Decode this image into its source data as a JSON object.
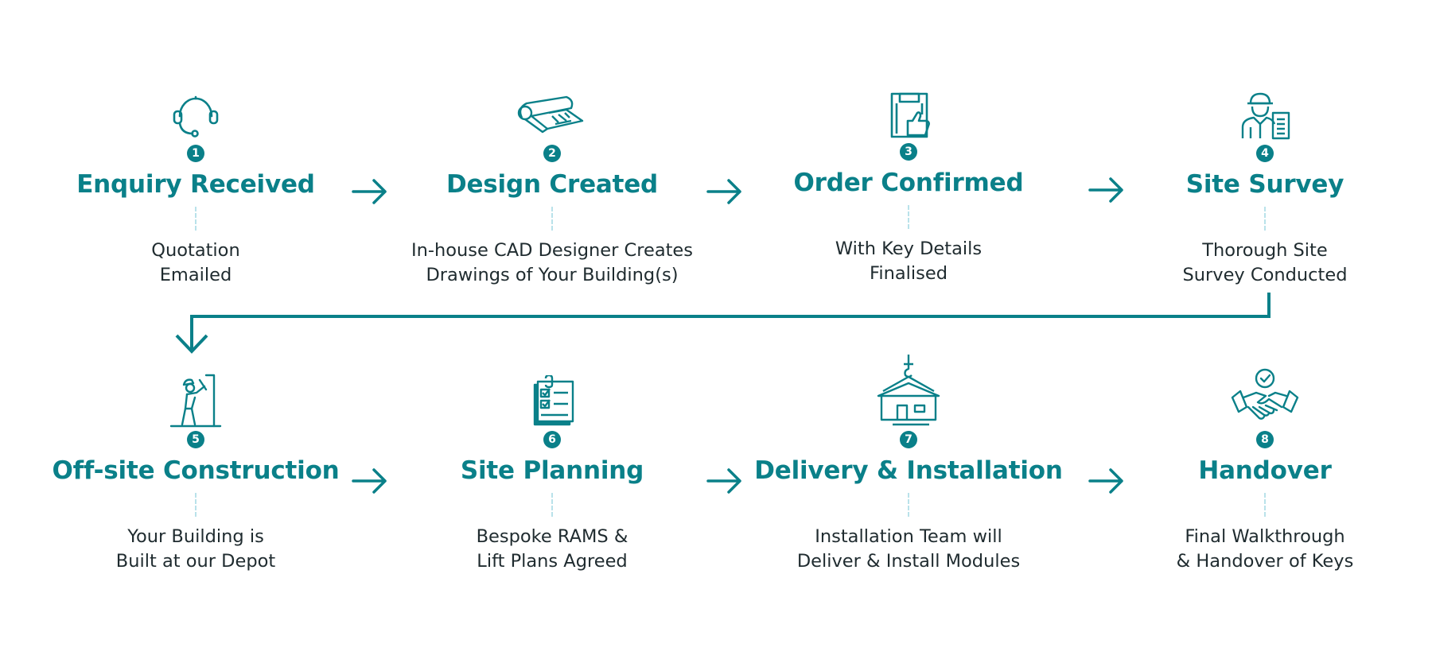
{
  "accent_color": "#0a8089",
  "rows": [
    {
      "steps": [
        {
          "number": "1",
          "title": "Enquiry Received",
          "desc": [
            "Quotation",
            "Emailed"
          ],
          "icon": "headset-icon"
        },
        {
          "number": "2",
          "title": "Design Created",
          "desc": [
            "In-house CAD Designer Creates",
            "Drawings of Your Building(s)"
          ],
          "icon": "blueprint-icon"
        },
        {
          "number": "3",
          "title": "Order Confirmed",
          "desc": [
            "With Key Details",
            "Finalised"
          ],
          "icon": "thumbs-up-clipboard-icon"
        },
        {
          "number": "4",
          "title": "Site Survey",
          "desc": [
            "Thorough Site",
            "Survey Conducted"
          ],
          "icon": "surveyor-icon"
        }
      ]
    },
    {
      "steps": [
        {
          "number": "5",
          "title": "Off-site Construction",
          "desc": [
            "Your Building is",
            "Built at our Depot"
          ],
          "icon": "builder-icon"
        },
        {
          "number": "6",
          "title": "Site Planning",
          "desc": [
            "Bespoke RAMS &",
            "Lift Plans Agreed"
          ],
          "icon": "checklist-icon"
        },
        {
          "number": "7",
          "title": "Delivery & Installation",
          "desc": [
            "Installation Team will",
            "Deliver & Install Modules"
          ],
          "icon": "crane-module-icon"
        },
        {
          "number": "8",
          "title": "Handover",
          "desc": [
            "Final Walkthrough",
            "& Handover of Keys"
          ],
          "icon": "handshake-icon"
        }
      ]
    }
  ]
}
